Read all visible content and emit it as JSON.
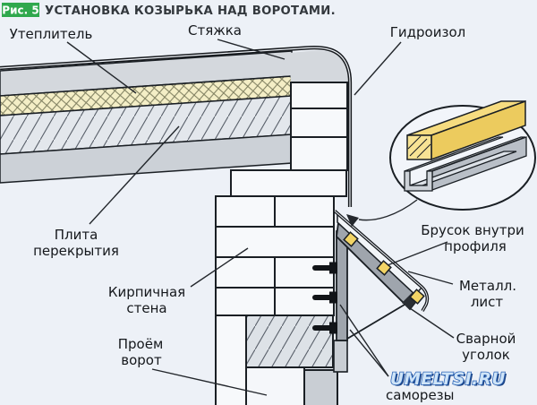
{
  "figure": {
    "badge": "Рис. 5",
    "title": "УСТАНОВКА КОЗЫРЬКА НАД ВОРОТАМИ."
  },
  "labels": {
    "uteplitel": "Утеплитель",
    "styazhka": "Стяжка",
    "gidroizol": "Гидроизол",
    "plita_1": "Плита",
    "plita_2": "перекрытия",
    "kirpich_1": "Кирпичная",
    "kirpich_2": "стена",
    "proyom_1": "Проём",
    "proyom_2": "ворот",
    "brusok_1": "Брусок внутри",
    "brusok_2": "профиля",
    "metall_1": "Металл.",
    "metall_2": "лист",
    "svarnoy_1": "Сварной",
    "svarnoy_2": "уголок",
    "samorezy": "саморезы"
  },
  "watermark": {
    "text": "UMELTSI.RU"
  },
  "colors": {
    "background": "#edf1f7",
    "badge_green": "#2fa84d",
    "line": "#1a1f24",
    "screed_gray": "#d4d8dd",
    "insulation_yellow": "#f4eec6",
    "slab_hatch_bg": "#e3e7ec",
    "slab_solid": "#ccd1d7",
    "brick_white": "#f7f9fb",
    "lintel_bg": "#dde2e7",
    "angle_gray": "#9fa5ad",
    "gate_strip_gray": "#c9ced4",
    "wood_yellow": "#f6dc80",
    "profile_metal": "#cdd2d8",
    "watermark_blue": "#2e66b8"
  }
}
